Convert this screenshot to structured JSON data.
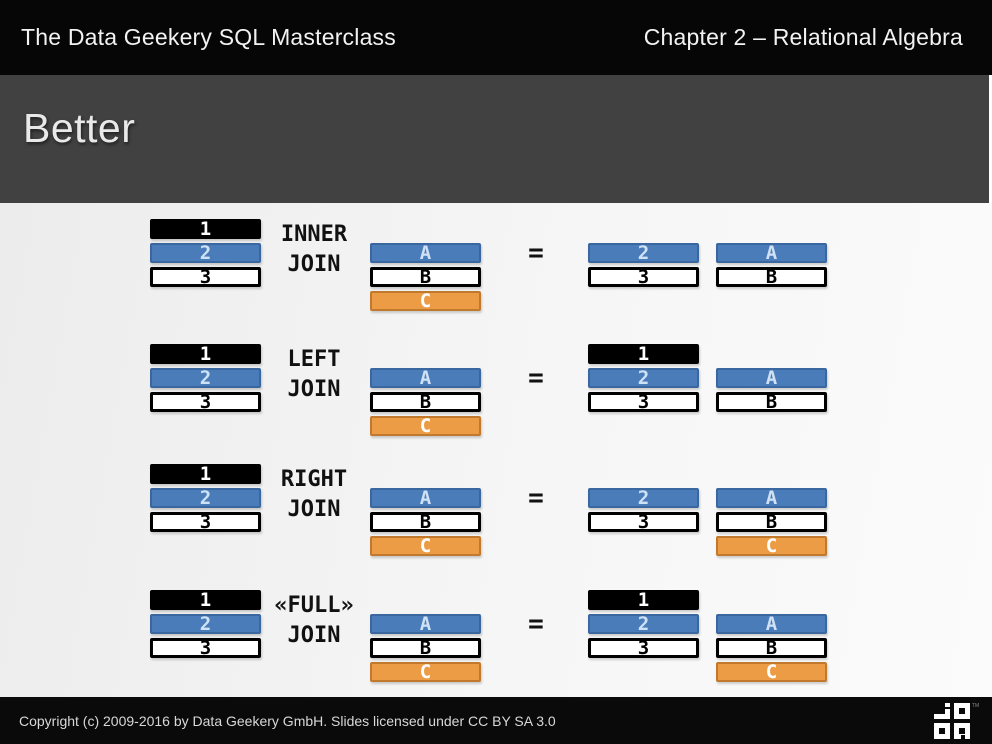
{
  "topbar": {
    "left_title": "The Data Geekery SQL Masterclass",
    "right_title": "Chapter 2 – Relational Algebra"
  },
  "header": {
    "title": "Better"
  },
  "footer": {
    "copyright": "Copyright (c) 2009-2016 by Data Geekery GmbH. Slides licensed under CC BY SA 3.0",
    "logo": "jooq-logo",
    "logo_tm": "TM"
  },
  "colors": {
    "topbar_bg": "#060606",
    "header_bg": "#414141",
    "footer_bg": "#0a0a0a",
    "row_black": "#000000",
    "row_blue": "#4a7cba",
    "row_blue_border": "#3a679f",
    "row_white": "#ffffff",
    "row_orange": "#ed9c46",
    "row_orange_border": "#c17a2d",
    "blue_text": "#cfe2f5"
  },
  "diagram": {
    "blocks": [
      {
        "name": "INNER JOIN",
        "join_label": [
          "INNER",
          "JOIN"
        ],
        "equals": "=",
        "source_left": [
          {
            "text": "1",
            "style": "black",
            "row": 0
          },
          {
            "text": "2",
            "style": "blue",
            "row": 1
          },
          {
            "text": "3",
            "style": "white",
            "row": 2
          }
        ],
        "source_right": [
          {
            "text": "A",
            "style": "blue",
            "row": 1
          },
          {
            "text": "B",
            "style": "white",
            "row": 2
          },
          {
            "text": "C",
            "style": "orange",
            "row": 3
          }
        ],
        "result_left": [
          {
            "text": "2",
            "style": "blue",
            "row": 1
          },
          {
            "text": "3",
            "style": "white",
            "row": 2
          }
        ],
        "result_right": [
          {
            "text": "A",
            "style": "blue",
            "row": 1
          },
          {
            "text": "B",
            "style": "white",
            "row": 2
          }
        ]
      },
      {
        "name": "LEFT JOIN",
        "join_label": [
          "LEFT",
          "JOIN"
        ],
        "equals": "=",
        "source_left": [
          {
            "text": "1",
            "style": "black",
            "row": 0
          },
          {
            "text": "2",
            "style": "blue",
            "row": 1
          },
          {
            "text": "3",
            "style": "white",
            "row": 2
          }
        ],
        "source_right": [
          {
            "text": "A",
            "style": "blue",
            "row": 1
          },
          {
            "text": "B",
            "style": "white",
            "row": 2
          },
          {
            "text": "C",
            "style": "orange",
            "row": 3
          }
        ],
        "result_left": [
          {
            "text": "1",
            "style": "black",
            "row": 0
          },
          {
            "text": "2",
            "style": "blue",
            "row": 1
          },
          {
            "text": "3",
            "style": "white",
            "row": 2
          }
        ],
        "result_right": [
          {
            "text": "A",
            "style": "blue",
            "row": 1
          },
          {
            "text": "B",
            "style": "white",
            "row": 2
          }
        ]
      },
      {
        "name": "RIGHT JOIN",
        "join_label": [
          "RIGHT",
          "JOIN"
        ],
        "equals": "=",
        "source_left": [
          {
            "text": "1",
            "style": "black",
            "row": 0
          },
          {
            "text": "2",
            "style": "blue",
            "row": 1
          },
          {
            "text": "3",
            "style": "white",
            "row": 2
          }
        ],
        "source_right": [
          {
            "text": "A",
            "style": "blue",
            "row": 1
          },
          {
            "text": "B",
            "style": "white",
            "row": 2
          },
          {
            "text": "C",
            "style": "orange",
            "row": 3
          }
        ],
        "result_left": [
          {
            "text": "2",
            "style": "blue",
            "row": 1
          },
          {
            "text": "3",
            "style": "white",
            "row": 2
          }
        ],
        "result_right": [
          {
            "text": "A",
            "style": "blue",
            "row": 1
          },
          {
            "text": "B",
            "style": "white",
            "row": 2
          },
          {
            "text": "C",
            "style": "orange",
            "row": 3
          }
        ]
      },
      {
        "name": "FULL JOIN",
        "join_label": [
          "«FULL»",
          "JOIN"
        ],
        "equals": "=",
        "source_left": [
          {
            "text": "1",
            "style": "black",
            "row": 0
          },
          {
            "text": "2",
            "style": "blue",
            "row": 1
          },
          {
            "text": "3",
            "style": "white",
            "row": 2
          }
        ],
        "source_right": [
          {
            "text": "A",
            "style": "blue",
            "row": 1
          },
          {
            "text": "B",
            "style": "white",
            "row": 2
          },
          {
            "text": "C",
            "style": "orange",
            "row": 3
          }
        ],
        "result_left": [
          {
            "text": "1",
            "style": "black",
            "row": 0
          },
          {
            "text": "2",
            "style": "blue",
            "row": 1
          },
          {
            "text": "3",
            "style": "white",
            "row": 2
          }
        ],
        "result_right": [
          {
            "text": "A",
            "style": "blue",
            "row": 1
          },
          {
            "text": "B",
            "style": "white",
            "row": 2
          },
          {
            "text": "C",
            "style": "orange",
            "row": 3
          }
        ]
      }
    ]
  }
}
